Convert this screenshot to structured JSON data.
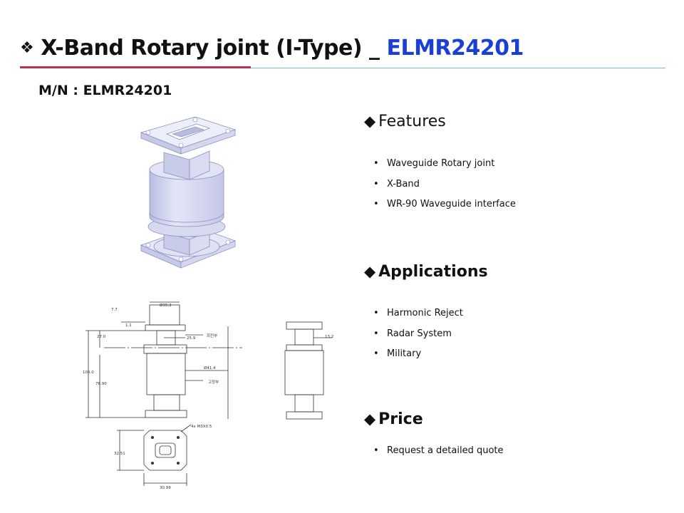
{
  "header": {
    "title_prefix": "X-Band Rotary joint (I-Type) _ ",
    "title_model": "ELMR24201",
    "bullet": "❖"
  },
  "model_number": "M/N : ELMR24201",
  "sections": {
    "features": {
      "marker": "◆",
      "title": "Features",
      "items": [
        "Waveguide Rotary joint",
        "X-Band",
        "WR-90 Waveguide interface"
      ]
    },
    "applications": {
      "marker": "◆",
      "title": "Applications",
      "items": [
        "Harmonic Reject",
        "Radar System",
        "Military"
      ]
    },
    "price": {
      "marker": "◆",
      "title": "Price",
      "items": [
        "Request a detailed quote"
      ]
    }
  },
  "drawing": {
    "front_dims": {
      "top_dia": "Ø35.3",
      "d_7_7": "7.7",
      "d_1_1": "1.1",
      "d_27_0": "27.0",
      "d_25_9": "25.9",
      "rot_label": "회전부",
      "d_105_0": "105.0",
      "d_76_90": "76.90",
      "body_dia": "Ø41.4",
      "fix_label": "고정부"
    },
    "side_dims": {
      "d_13_2": "13.2"
    },
    "flange_dims": {
      "thread": "4x M3X0.5",
      "d_32_51": "32.51",
      "d_30_99": "30.99"
    }
  },
  "colors": {
    "accent_rule": "#b3324e",
    "model_blue": "#1a3fd6",
    "thin_rule": "#7fb6c9"
  }
}
